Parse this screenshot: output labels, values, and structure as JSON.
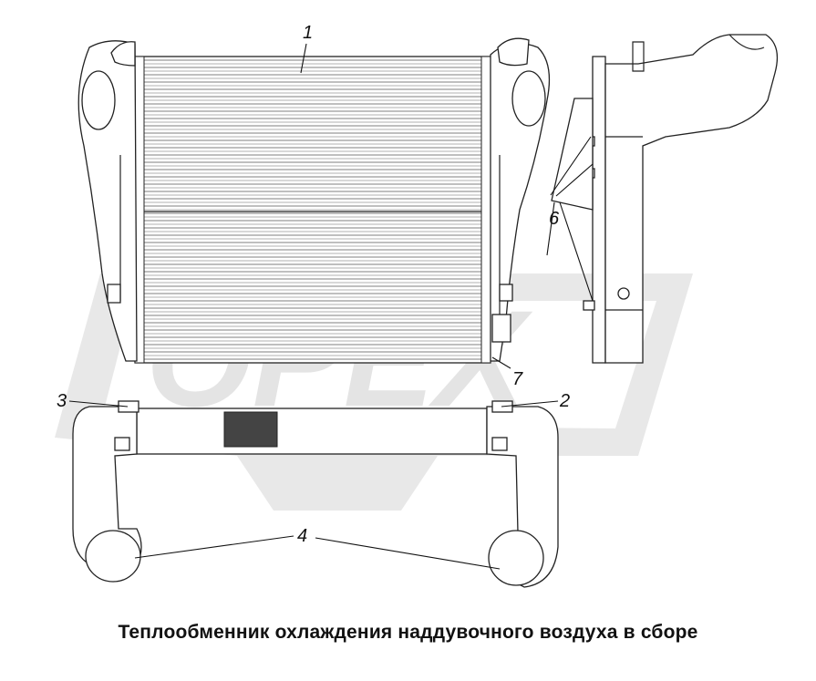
{
  "caption": "Теплообменник охлаждения наддувочного воздуха в сборе",
  "callouts": {
    "c1": "1",
    "c2": "2",
    "c3": "3",
    "c4": "4",
    "c6": "6",
    "c7": "7"
  },
  "watermark_text": "OPEX",
  "colors": {
    "line": "#222222",
    "watermark": "#d6d6d6",
    "background": "#ffffff"
  }
}
